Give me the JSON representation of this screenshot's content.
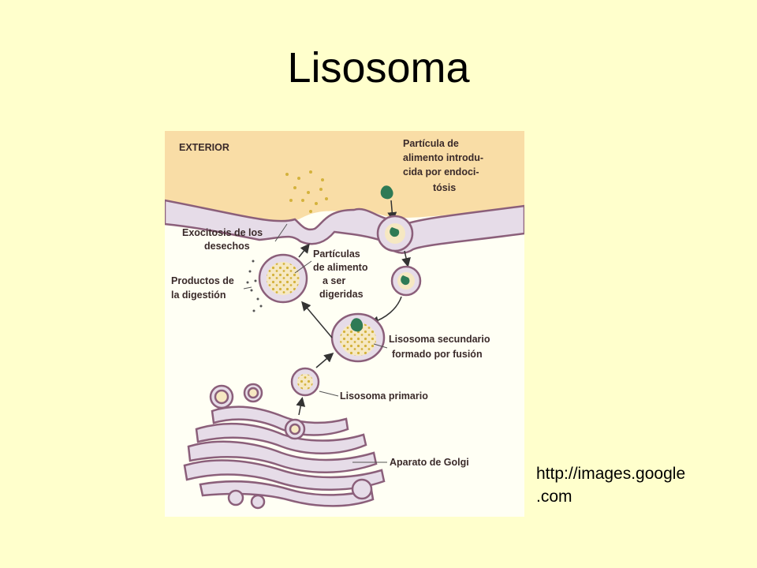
{
  "slide": {
    "title": "Lisosoma",
    "source_line1": "http://images.google",
    "source_line2": ".com"
  },
  "diagram": {
    "exterior_label": "EXTERIOR",
    "particle_lines": [
      "Partícula de",
      "alimento introdu-",
      "cida por endoci-",
      "tósis"
    ],
    "exocytosis_lines": [
      "Exocitosis de los",
      "desechos"
    ],
    "products_lines": [
      "Productos de",
      "la digestión"
    ],
    "particles_lines": [
      "Partículas",
      "de alimento",
      "a ser",
      "digeridas"
    ],
    "secondary_lines": [
      "Lisosoma secundario",
      "formado por fusión"
    ],
    "primary_label": "Lisosoma primario",
    "golgi_label": "Aparato de Golgi"
  },
  "colors": {
    "background": "#FFFFCC",
    "exterior": "#F9DDA6",
    "membrane_fill": "#E6DCE8",
    "membrane_stroke": "#8B5F7A",
    "vesicle_core": "#F6E8C2",
    "enzyme_dots": "#D4B23C",
    "food_particle": "#2E7A55",
    "arrow": "#333333"
  }
}
